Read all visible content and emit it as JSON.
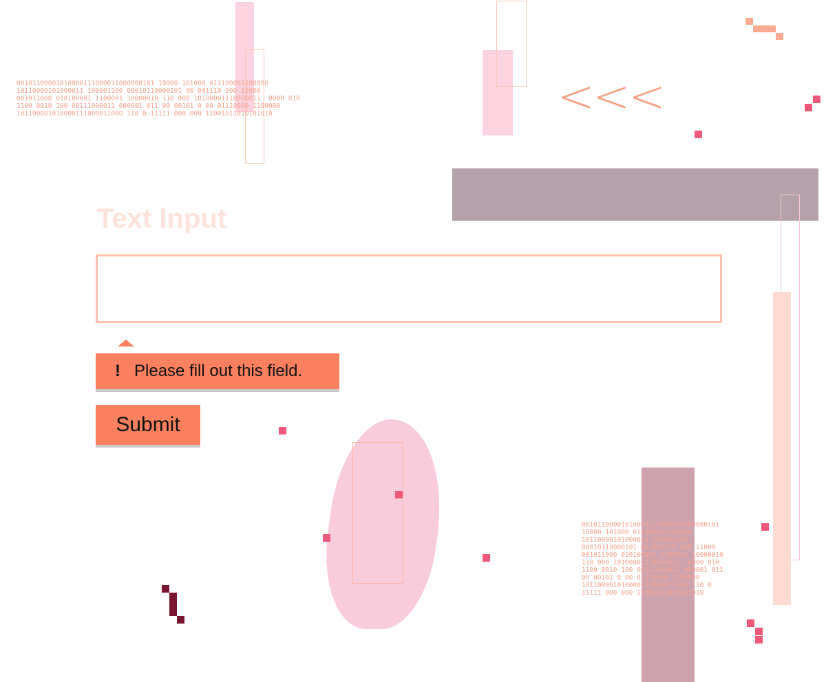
{
  "form": {
    "title": "Text Input",
    "input_value": "",
    "validation_message": "Please fill out this field.",
    "validation_icon": "!",
    "submit_label": "Submit"
  },
  "decor": {
    "binary_top": "00101100001010000111000011000000101 10000 101000 01110000110000O\n10110000101000011 100001100 00010110000101 00 001110 000 11000\n001011000 010100001 1100001 10000010 110 000 10100001110000011  0000 010\n1100 0010 100 00111000011 000001 011 00 00101 0 00 01110000 1100000\n10110000101000011100001100O 110 0 11111 000 000 11001011010101010",
    "binary_bottom": "00101100001010000111000011000000101\n10000 101000 01110000110000O\n10110000101000011 100001100\n00010110000101 00 001110 000 11000\n001011000 010100001 1100001 10000010\n110 000 10100001110000011  0000 010\n1100 0010 100 00111000011 000001 011\n00 00101 0 00 01110000 1100000\n10110000101000011100001100O 110 0\n11111 000 000 11001011010101010",
    "chevrons": "<<<"
  }
}
